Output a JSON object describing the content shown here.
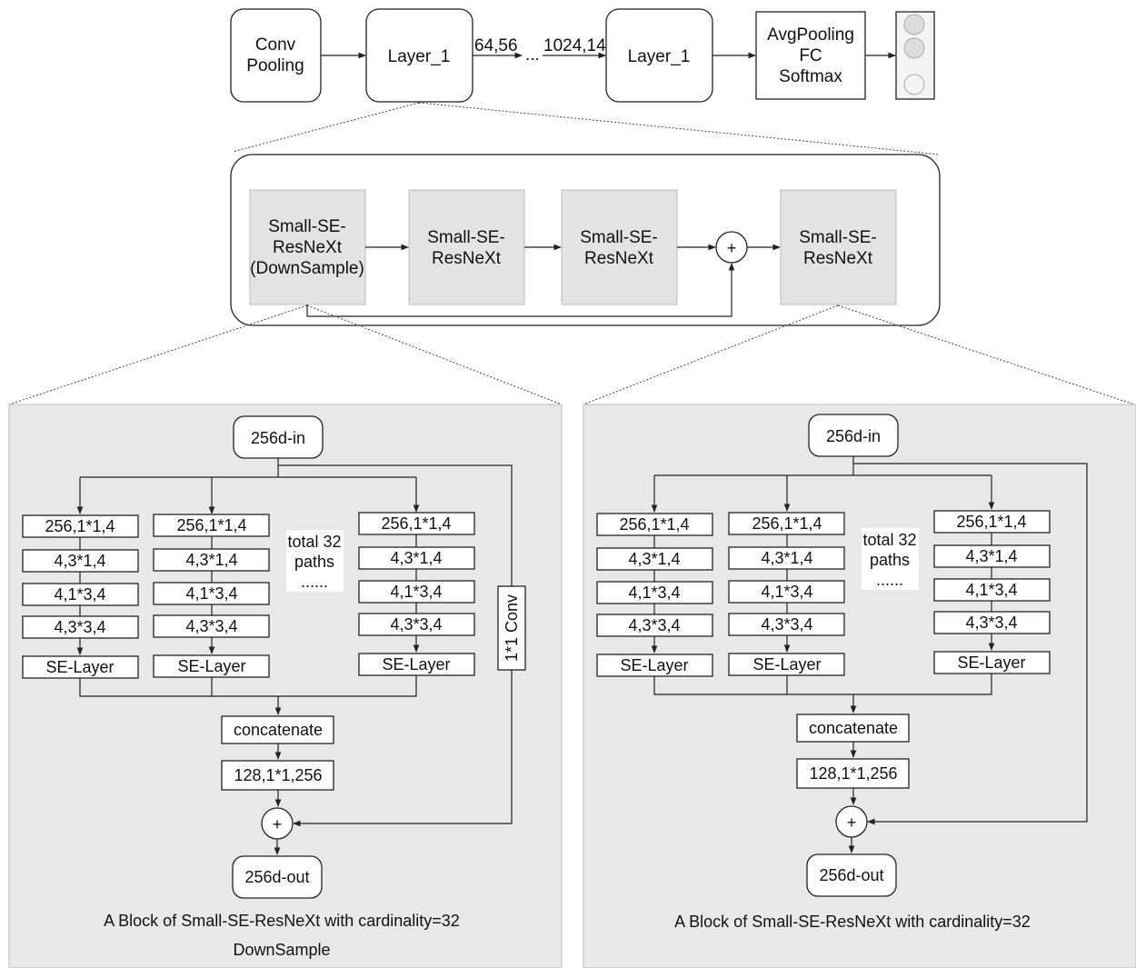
{
  "top": {
    "conv_pool": [
      "Conv",
      "Pooling"
    ],
    "layer_a": "Layer_1",
    "dim_left": "64,56",
    "ellipsis": "...",
    "dim_right": "1024,14",
    "layer_b": "Layer_1",
    "head": [
      "AvgPooling",
      "FC",
      "Softmax"
    ]
  },
  "mid": {
    "block_downsample": [
      "Small-SE-",
      "ResNeXt",
      "(DownSample)"
    ],
    "block": [
      "Small-SE-",
      "ResNeXt"
    ],
    "plus": "+"
  },
  "detail": {
    "in": "256d-in",
    "path": [
      "256,1*1,4",
      "4,3*1,4",
      "4,1*3,4",
      "4,3*3,4",
      "SE-Layer"
    ],
    "total": [
      "total 32",
      "paths",
      "......"
    ],
    "concat": "concatenate",
    "proj": "128,1*1,256",
    "plus": "+",
    "out": "256d-out",
    "shortcut": "1*1 Conv",
    "caption_left": [
      "A Block of Small-SE-ResNeXt with cardinality=32",
      "DownSample"
    ],
    "caption_right": "A Block of Small-SE-ResNeXt with cardinality=32"
  }
}
